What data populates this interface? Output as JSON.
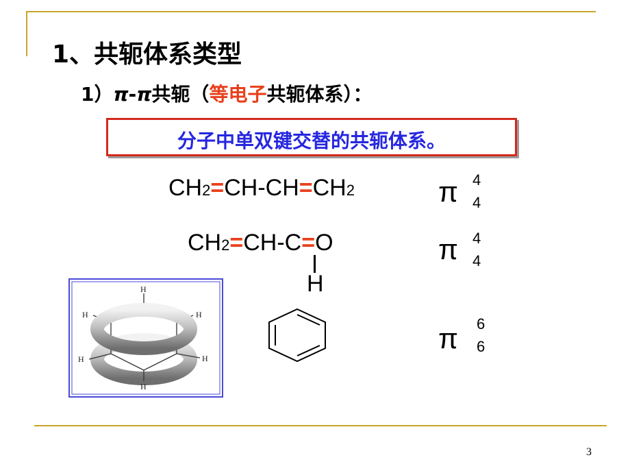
{
  "title": "1、共轭体系类型",
  "subtitle": {
    "prefix": "1）",
    "pi1": "π",
    "dash": "-",
    "pi2": "π",
    "mid": "共轭（",
    "red": "等电子",
    "end": "共轭体系）："
  },
  "definition": "分子中单双键交替的共轭体系。",
  "formula1": {
    "p1": "CH",
    "s1": "2",
    "eq1": "=",
    "p2": "CH-CH",
    "eq2": "=",
    "p3": "CH",
    "s2": "2",
    "pi": "π",
    "sup": "4",
    "sub": "4"
  },
  "formula2": {
    "p1": "CH",
    "s1": "2",
    "eq1": "=",
    "p2": "CH-C",
    "eq2": "=",
    "p3": "O",
    "h": "H",
    "pi": "π",
    "sup": "4",
    "sub": "4"
  },
  "formula3": {
    "pi": "π",
    "sup": "6",
    "sub": "6"
  },
  "benzene_model": {
    "h_label": "H"
  },
  "page_number": "3"
}
